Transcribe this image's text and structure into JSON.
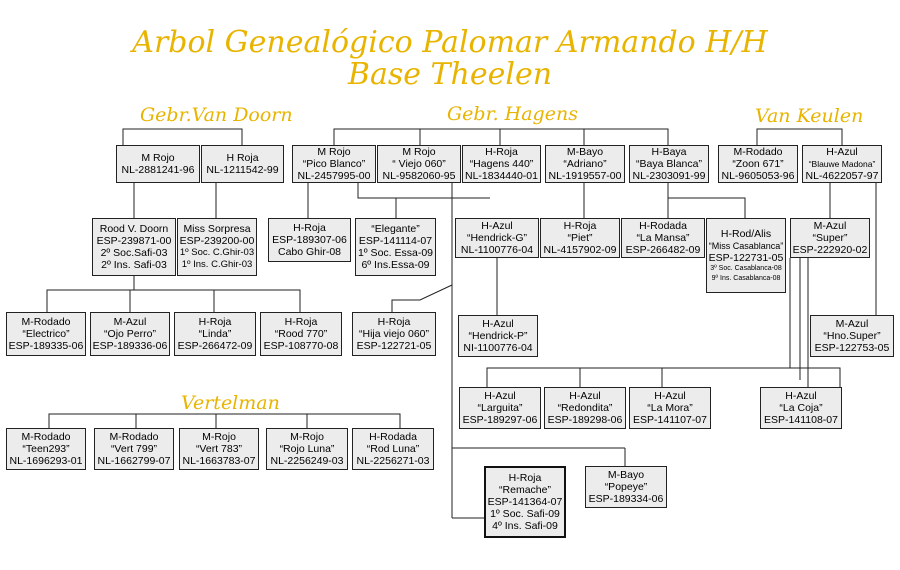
{
  "title_line1": "Arbol Genealógico Palomar Armando H/H",
  "title_line2": "Base Theelen",
  "groups": {
    "van_doorn": "Gebr.Van Doorn",
    "hagens": "Gebr. Hagens",
    "van_keulen": "Van Keulen",
    "vertelman": "Vertelman"
  },
  "birds": {
    "b1": [
      "M Rojo",
      "NL-2881241-96"
    ],
    "b2": [
      "H Roja",
      "NL-1211542-99"
    ],
    "b3": [
      "M Rojo",
      "“Pico Blanco”",
      "NL-2457995-00"
    ],
    "b4": [
      "M Rojo",
      "“ Viejo 060”",
      "NL-9582060-95"
    ],
    "b5": [
      "H-Roja",
      "“Hagens 440”",
      "NL-1834440-01"
    ],
    "b6": [
      "M-Bayo",
      "“Adriano”",
      "NL-1919557-00"
    ],
    "b7": [
      "H-Baya",
      "“Baya Blanca”",
      "NL-2303091-99"
    ],
    "b8": [
      "M-Rodado",
      "“Zoon 671”",
      "NL-9605053-96"
    ],
    "b9": [
      "H-Azul",
      "“Blauwe Madona”",
      "NL-4622057-97"
    ],
    "b10": [
      "Rood V. Doorn",
      "ESP-239871-00",
      "2º Soc.Safi-03",
      "2º Ins. Safi-03"
    ],
    "b11": [
      "Miss Sorpresa",
      "ESP-239200-00",
      "1º Soc. C.Ghir-03",
      "1º Ins. C.Ghir-03"
    ],
    "b12": [
      "H-Roja",
      "ESP-189307-06",
      "Cabo Ghir-08"
    ],
    "b13": [
      "“Elegante”",
      "ESP-141114-07",
      "1º Soc. Essa-09",
      "6º Ins.Essa-09"
    ],
    "b14": [
      "H-Azul",
      "“Hendrick-G”",
      "NL-1100776-04"
    ],
    "b15": [
      "H-Roja",
      "“Piet”",
      "NL-4157902-09"
    ],
    "b16": [
      "H-Rodada",
      "“La Mansa”",
      "ESP-266482-09"
    ],
    "b17": [
      "H-Rod/Alis",
      "“Miss Casablanca”",
      "ESP-122731-05",
      "3º Soc. Casablanca-08",
      "9º Ins. Casablanca-08"
    ],
    "b18": [
      "M-Azul",
      "“Super”",
      "ESP-222920-02"
    ],
    "b19": [
      "M-Rodado",
      "“Electrico”",
      "ESP-189335-06"
    ],
    "b20": [
      "M-Azul",
      "“Ojo Perro”",
      "ESP-189336-06"
    ],
    "b21": [
      "H-Roja",
      "“Linda”",
      "ESP-266472-09"
    ],
    "b22": [
      "H-Roja",
      "“Rood 770”",
      "ESP-108770-08"
    ],
    "b23": [
      "H-Roja",
      "“Hija viejo 060”",
      "ESP-122721-05"
    ],
    "b24": [
      "H-Azul",
      "“Hendrick-P”",
      "NI-1100776-04"
    ],
    "b25": [
      "M-Azul",
      "“Hno.Super”",
      "ESP-122753-05"
    ],
    "b26": [
      "H-Azul",
      "“Larguita”",
      "ESP-189297-06"
    ],
    "b27": [
      "H-Azul",
      "“Redondita”",
      "ESP-189298-06"
    ],
    "b28": [
      "H-Azul",
      "“La Mora”",
      "ESP-141107-07"
    ],
    "b29": [
      "H-Azul",
      "“La Coja”",
      "ESP-141108-07"
    ],
    "b30": [
      "M-Rodado",
      "“Teen293”",
      "NL-1696293-01"
    ],
    "b31": [
      "M-Rodado",
      "“Vert 799”",
      "NL-1662799-07"
    ],
    "b32": [
      "M-Rojo",
      "“Vert 783”",
      "NL-1663783-07"
    ],
    "b33": [
      "M-Rojo",
      "“Rojo Luna”",
      "NL-2256249-03"
    ],
    "b34": [
      "H-Rodada",
      "“Rod Luna”",
      "NL-2256271-03"
    ],
    "b35": [
      "H-Roja",
      "“Remache”",
      "ESP-141364-07",
      "1º Soc. Safi-09",
      "4º Ins. Safi-09"
    ],
    "b36": [
      "M-Bayo",
      "“Popeye”",
      "ESP-189334-06"
    ]
  }
}
